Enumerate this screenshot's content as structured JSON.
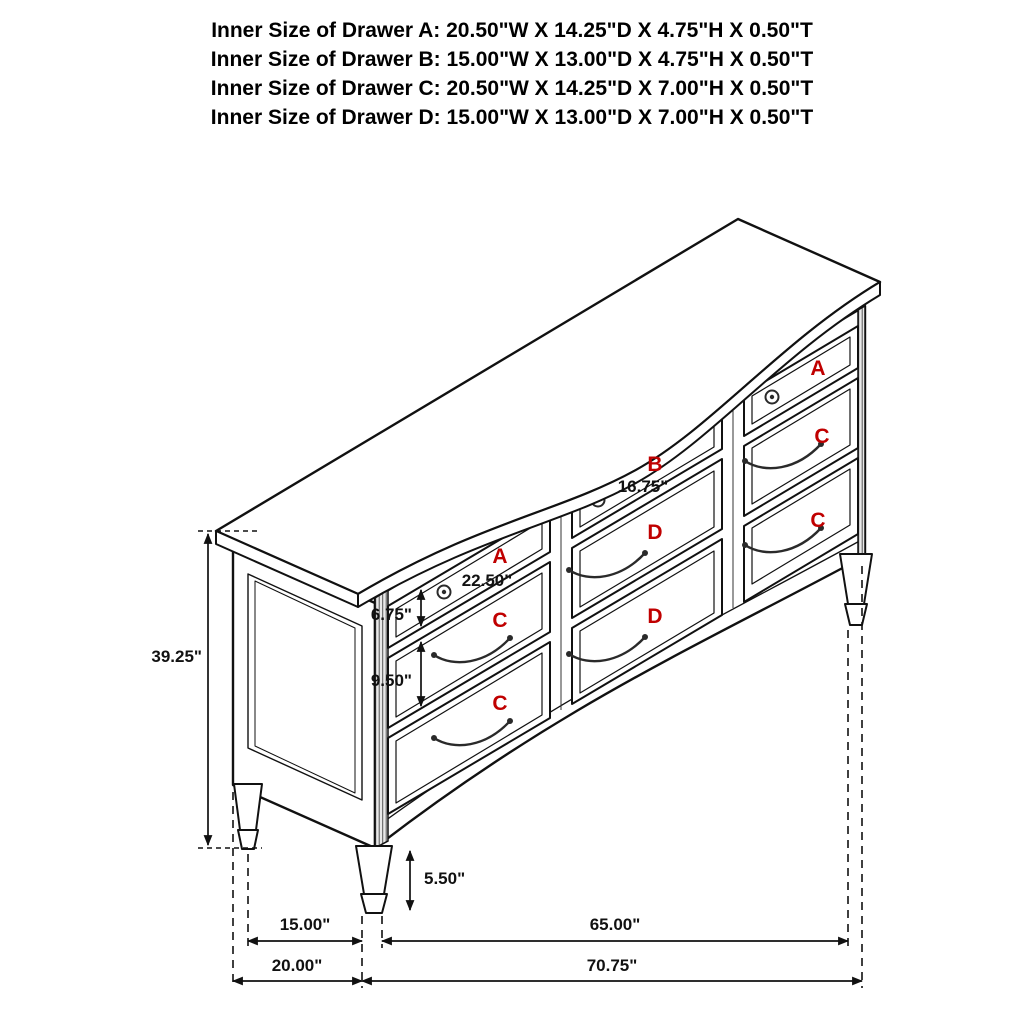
{
  "header": {
    "lines": [
      "Inner Size of Drawer A: 20.50\"W X 14.25\"D X 4.75\"H X 0.50\"T",
      "Inner Size of Drawer B: 15.00\"W X 13.00\"D X 4.75\"H X 0.50\"T",
      "Inner Size of Drawer C: 20.50\"W X 14.25\"D X 7.00\"H X 0.50\"T",
      "Inner Size of Drawer D: 15.00\"W X 13.00\"D X 7.00\"H X 0.50\"T"
    ]
  },
  "drawer_labels": {
    "a": "A",
    "b": "B",
    "c": "C",
    "d": "D"
  },
  "dimensions": {
    "overall_height": "39.25\"",
    "drawer_a_front_width": "22.50\"",
    "drawer_b_front_width": "16.75\"",
    "top_drawer_front_height": "6.75\"",
    "lower_drawer_front_height": "9.50\"",
    "leg_height": "5.50\"",
    "side_leg_span": "15.00\"",
    "front_leg_span": "65.00\"",
    "overall_depth": "20.00\"",
    "overall_width": "70.75\""
  },
  "colors": {
    "label_red": "#c00000",
    "line": "#111111"
  }
}
